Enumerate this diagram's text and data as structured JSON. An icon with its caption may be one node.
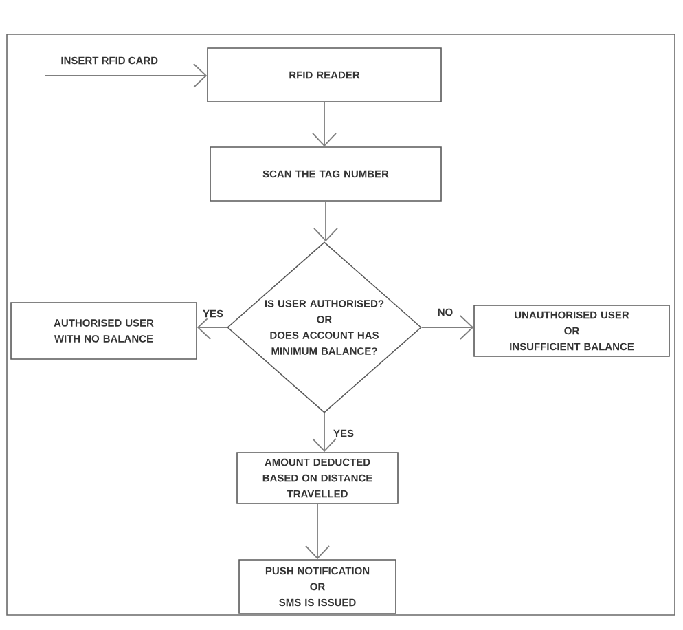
{
  "diagram": {
    "nodes": [
      {
        "text": [
          "RFID READER"
        ]
      },
      {
        "text": [
          "SCAN THE TAG NUMBER"
        ]
      },
      {
        "text": [
          "IS USER AUTHORISED?",
          "OR",
          "DOES ACCOUNT HAS MINIMUM BALANCE?"
        ]
      },
      {
        "text": [
          "AUTHORISED USER WITH NO BALANCE"
        ]
      },
      {
        "text": [
          "UNAUTHORISED USER",
          "OR",
          "INSUFFICIENT BALANCE"
        ]
      },
      {
        "text": [
          "AMOUNT DEDUCTED BASED ON DISTANCE TRAVELLED"
        ]
      },
      {
        "text": [
          "PUSH NOTIFICATION",
          "OR",
          "SMS IS ISSUED"
        ]
      }
    ],
    "edges": [
      {
        "from": null,
        "to": 0,
        "arrow": "to",
        "label": "INSERT RFID CARD"
      },
      {
        "from": 0,
        "to": 1,
        "arrow": "to"
      },
      {
        "from": 1,
        "to": 2,
        "arrow": "to"
      },
      {
        "from": 2,
        "to": 3,
        "arrow": "to",
        "label": "YES"
      },
      {
        "from": 2,
        "to": 4,
        "arrow": "to",
        "label": "NO"
      },
      {
        "from": 2,
        "to": 5,
        "arrow": "to",
        "label": "YES"
      },
      {
        "from": 5,
        "to": 6,
        "arrow": "to"
      }
    ]
  }
}
